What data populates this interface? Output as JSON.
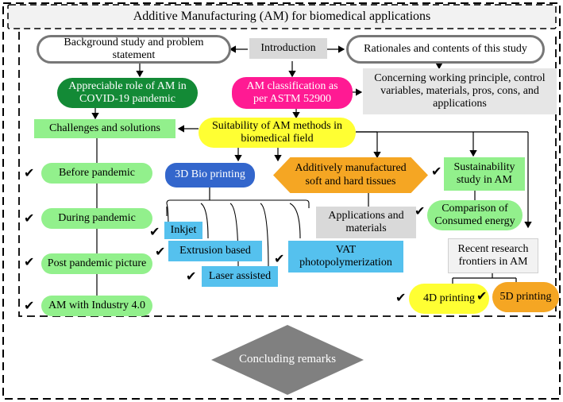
{
  "title": "Additive Manufacturing (AM) for biomedical applications",
  "intro": {
    "background": "Background study and problem statement",
    "introduction": "Introduction",
    "rationales": "Rationales and contents of this study"
  },
  "row2": {
    "covid": "Appreciable role of AM in COVID-19 pandemic",
    "classification": "AM classification as per ASTM 52900",
    "concerning": "Concerning working principle, control variables, materials, pros, cons, and applications"
  },
  "challenges": "Challenges and solutions",
  "suitability": "Suitability of AM methods in biomedical field",
  "pandemic": [
    "Before pandemic",
    "During  pandemic",
    "Post pandemic picture",
    "AM with Industry 4.0"
  ],
  "bioprinting": {
    "title": "3D Bio printing",
    "inkjet": "Inkjet",
    "extrusion": "Extrusion based",
    "laser": "Laser assisted",
    "vat": "VAT photopolymerization"
  },
  "tissues": "Additively manufactured soft and hard tissues",
  "applications": "Applications and materials",
  "sustainability": "Sustainability study in AM",
  "energy": "Comparison of Consumed energy",
  "frontiers": {
    "title": "Recent research frontiers in AM",
    "print4d": "4D printing",
    "print5d": "5D printing"
  },
  "conclusion": "Concluding remarks",
  "colors": {
    "green_dark": "#138a36",
    "green_light": "#92f08c",
    "magenta": "#ff1a93",
    "yellow": "#ffff33",
    "blue_dark": "#3366cc",
    "blue_light": "#55c1ee",
    "orange": "#f5a623",
    "gray": "#d9d9d9",
    "diamond": "#808080"
  }
}
